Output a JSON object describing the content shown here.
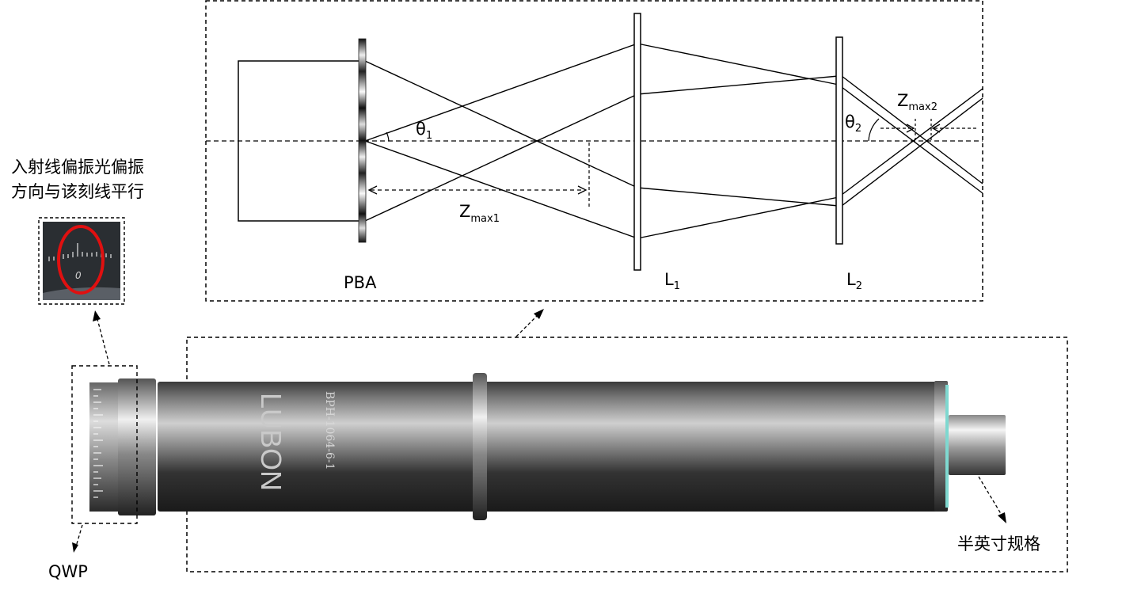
{
  "optics": {
    "pba_label": "PBA",
    "l1_label": "L",
    "l1_sub": "1",
    "l2_label": "L",
    "l2_sub": "2",
    "theta1": "θ",
    "theta1_sub": "1",
    "theta2": "θ",
    "theta2_sub": "2",
    "zmax1": "Z",
    "zmax1_sub": "max1",
    "zmax2": "Z",
    "zmax2_sub": "max2"
  },
  "product": {
    "brand": "LUBON",
    "model": "BPH-1064-6-1",
    "dial_mark": "0"
  },
  "annotations": {
    "note_line1": "入射线偏振光偏振",
    "note_line2": "方向与该刻线平行",
    "qwp": "QWP",
    "thread_spec": "半英寸规格"
  },
  "colors": {
    "highlight_circle": "#e01010",
    "barrel": "#2a2a2a",
    "accent_ring": "#7fd8d0"
  }
}
